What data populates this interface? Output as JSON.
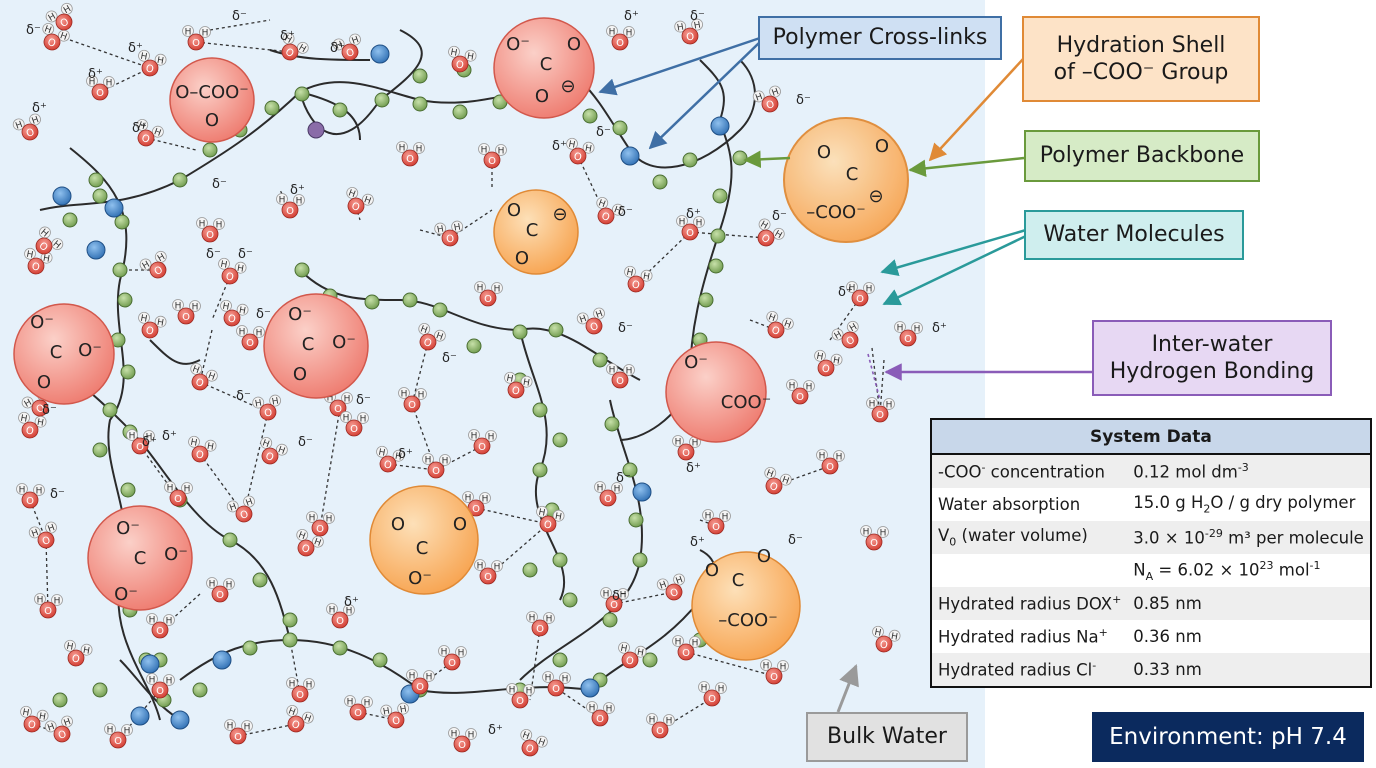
{
  "labels": {
    "crosslinks": "Polymer Cross-links",
    "hydration_shell_line1": "Hydration Shell",
    "hydration_shell_line2": "of –COO⁻ Group",
    "backbone": "Polymer Backbone",
    "water_molecules": "Water Molecules",
    "interwater_line1": "Inter-water",
    "interwater_line2": "Hydrogen Bonding",
    "bulk_water": "Bulk Water"
  },
  "environment": "Environment: pH 7.4",
  "system_table": {
    "title": "System Data",
    "rows": [
      {
        "label_main": "-COO",
        "label_sup": "-",
        "label_tail": " concentration",
        "value_main": "0.12 mol dm",
        "value_sup": "-3",
        "value_tail": ""
      },
      {
        "label_main": "Water absorption",
        "label_sup": "",
        "label_tail": "",
        "value_main": "15.0 g H",
        "value_sub": "2",
        "value_tail": "O / g dry polymer"
      },
      {
        "label_main": "V",
        "label_sub": "0",
        "label_tail": " (water volume)",
        "value_main": "3.0 × 10",
        "value_sup": "-29",
        "value_tail": " m³ per molecule"
      },
      {
        "label_main": "",
        "value_main": "N",
        "value_sub": "A",
        "value_mid": " = 6.02 × 10",
        "value_sup": "23",
        "value_tail": " mol",
        "value_sup2": "-1"
      },
      {
        "label_main": "Hydrated radius DOX",
        "label_sup": "+",
        "value_main": "0.85 nm"
      },
      {
        "label_main": "Hydrated radius Na",
        "label_sup": "+",
        "value_main": "0.36 nm"
      },
      {
        "label_main": "Hydrated radius Cl",
        "label_sup": "-",
        "value_main": "0.33 nm"
      }
    ]
  },
  "groups": {
    "carboxylate_texts": [
      "O⁻",
      "C",
      "O",
      "COO⁻",
      "O–COO⁻",
      "–COO⁻",
      "⊖"
    ],
    "partial_negative": "δ⁻",
    "partial_positive": "δ⁺",
    "oxygen": "O",
    "hydrogen": "H"
  },
  "colors": {
    "background_region": "#e6f1fa",
    "backbone_bead": "#8db56a",
    "crosslink_node": "#3f7fc0",
    "water_oxygen": "#e0453a",
    "carboxylate_red": "#f08a7e",
    "carboxylate_orange": "#fbb264",
    "crosslinks_accent": "#3f6fa5",
    "shell_accent": "#e08a36",
    "backbone_accent": "#6a9a3c",
    "water_accent": "#2a9a9a",
    "interwater_accent": "#8a5cb8",
    "bulk_accent": "#9a9a9a",
    "environment_bg": "#0b2a5e"
  }
}
